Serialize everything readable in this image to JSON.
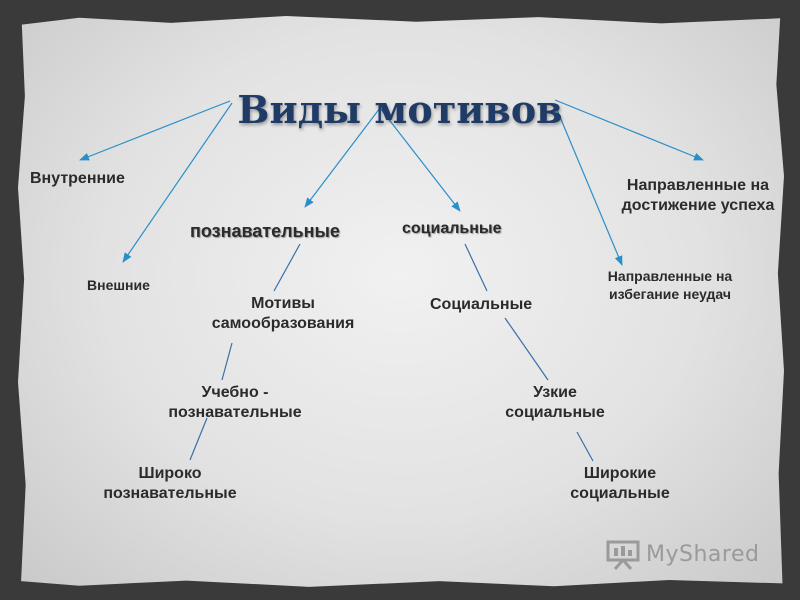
{
  "diagram": {
    "title": "Виды мотивов",
    "nodes": {
      "internal": "Внутренние",
      "external": "Внешние",
      "cognitive": "познавательные",
      "social_head": "социальные",
      "toward_success": [
        "Направленные на",
        "достижение успеха"
      ],
      "avoid_failure": [
        "Направленные на",
        "избегание неудач"
      ],
      "self_education": [
        "Мотивы",
        "самообразования"
      ],
      "social": "Социальные",
      "educational_cognitive": [
        "Учебно -",
        "познавательные"
      ],
      "narrow_social": [
        "Узкие",
        "социальные"
      ],
      "broad_cognitive": [
        "Широко",
        "познавательные"
      ],
      "broad_social": [
        "Широкие",
        "социальные"
      ]
    },
    "colors": {
      "arrow": "#2a8fc9",
      "connector": "#3a6fa8",
      "title": "#1f3b66",
      "text": "#2b2b2b"
    }
  },
  "watermark": {
    "text": "MyShared",
    "icon": "presentation-board-icon"
  }
}
